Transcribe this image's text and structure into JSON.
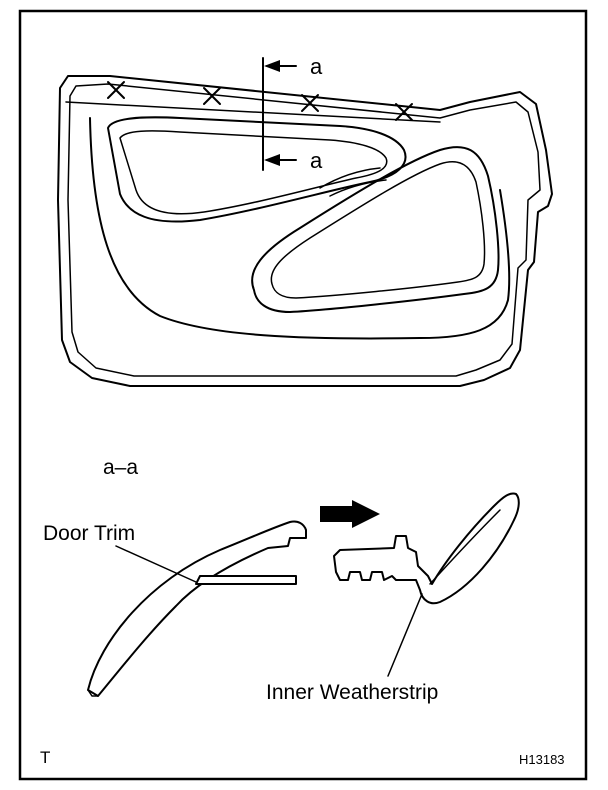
{
  "diagram": {
    "section_marker_top": "a",
    "section_marker_bottom": "a",
    "section_title": "a–a",
    "label_door_trim": "Door Trim",
    "label_inner_weatherstrip": "Inner Weatherstrip",
    "corner_letter": "T",
    "figure_code": "H13183",
    "clip_count": 4
  }
}
